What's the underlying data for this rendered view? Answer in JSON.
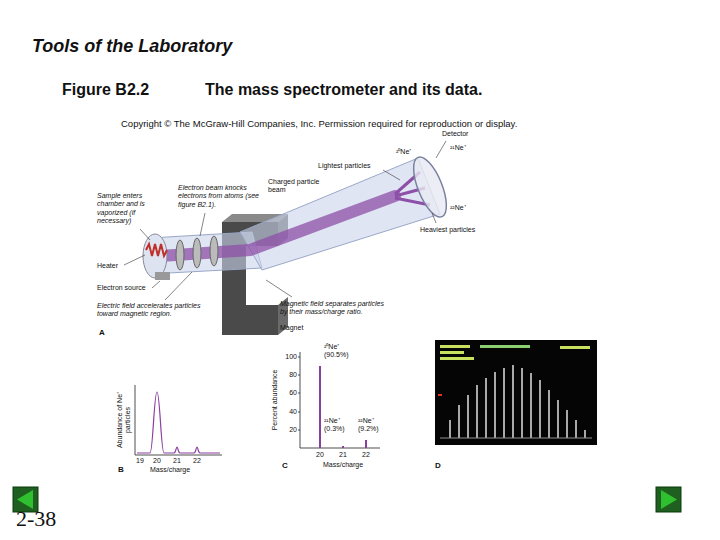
{
  "diagram": {
    "title": "Tools of the Laboratory",
    "labels": [
      "Figure B2.2",
      "The mass spectrometer and its data.",
      "Copyright © The McGraw-Hill Companies, Inc. Permission required for reproduction or display.",
      "Detector",
      "²⁰Ne⁺",
      "²¹Ne⁺",
      "Lightest particles",
      "Charged particle beam",
      "²²Ne⁺",
      "Heaviest particles",
      "Sample enters chamber and is vaporized (if necessary)",
      "Electron beam knocks electrons from atoms (see figure B2.1).",
      "Heater",
      "Electron source",
      "Electric field accelerates particles toward magnetic region.",
      "Magnetic field separates particles by their mass/charge ratio.",
      "Magnet",
      "A",
      "Abundance of Ne⁺ particles",
      "19",
      "20",
      "21",
      "22",
      "Mass/charge",
      "B",
      "Percent abundance",
      "100",
      "80",
      "60",
      "40",
      "20",
      "²⁰Ne⁺ (90.5%)",
      "²¹Ne⁺ (0.3%)",
      "²²Ne⁺ (9.2%)",
      "20",
      "21",
      "22",
      "Mass/charge",
      "C",
      "D",
      "2-38"
    ]
  }
}
